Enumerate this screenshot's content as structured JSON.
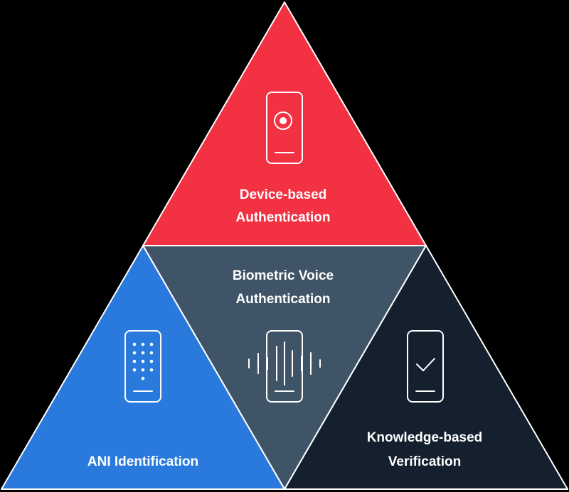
{
  "diagram": {
    "segments": {
      "top": {
        "label_line1": "Device-based",
        "label_line2": "Authentication",
        "icon": "target-phone-icon",
        "color": "#f23142"
      },
      "center": {
        "label_line1": "Biometric Voice",
        "label_line2": "Authentication",
        "icon": "voice-wave-phone-icon",
        "color": "#3f5466"
      },
      "left": {
        "label_line1": "ANI Identification",
        "icon": "dialpad-phone-icon",
        "color": "#2a7ade"
      },
      "right": {
        "label_line1": "Knowledge-based",
        "label_line2": "Verification",
        "icon": "checkmark-phone-icon",
        "color": "#14202e"
      }
    },
    "border_color": "#ffffff",
    "background": "#000000"
  }
}
